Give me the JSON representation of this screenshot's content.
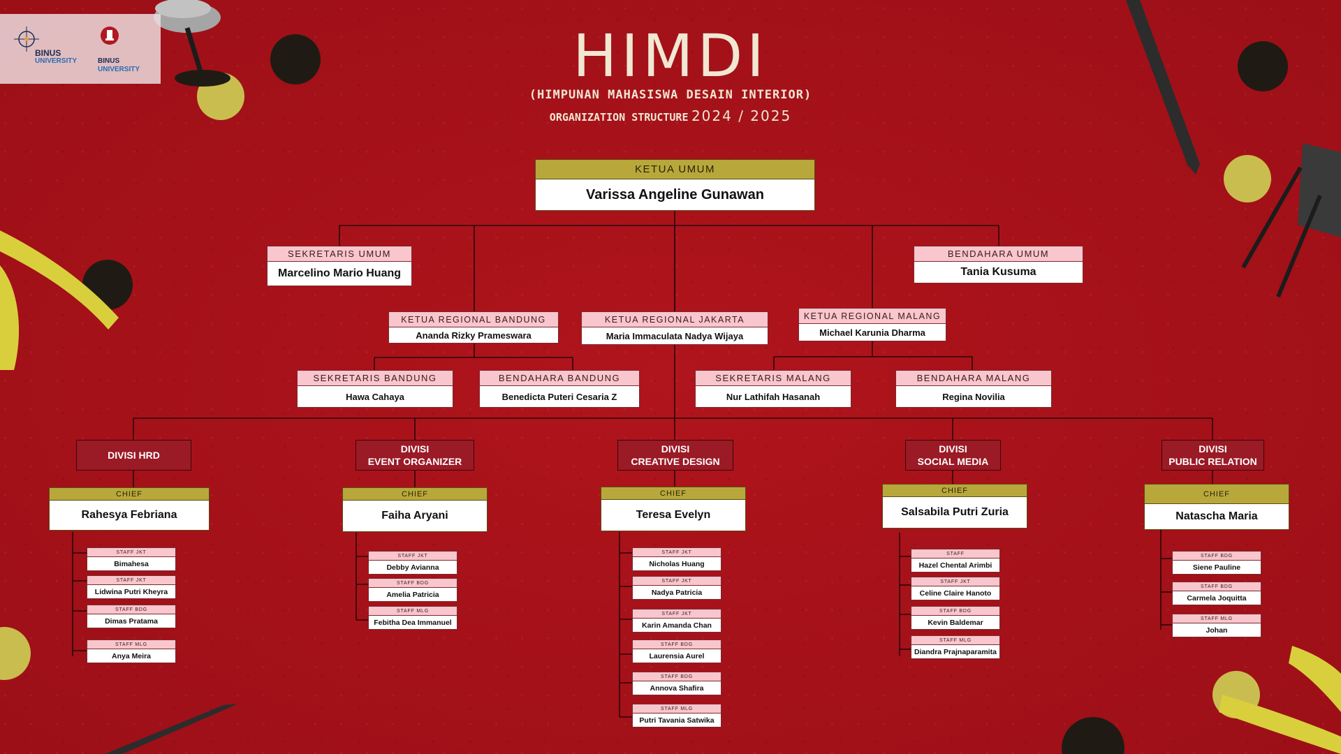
{
  "title": "HIMDI",
  "subtitle": "(HIMPUNAN MAHASISWA DESAIN INTERIOR)",
  "subtitle2_label": "ORGANIZATION STRUCTURE",
  "subtitle2_year": "2024 / 2025",
  "logos": {
    "left_line1": "BINUS",
    "left_line2": "UNIVERSITY",
    "right_line1": "BINUS",
    "right_line2": "UNIVERSITY"
  },
  "colors": {
    "background": "#a81119",
    "olive_label": "#b8a83c",
    "pink_label": "#f8c6cc",
    "division_box": "#9a1a26"
  },
  "ketua_umum": {
    "role": "KETUA UMUM",
    "name": "Varissa Angeline Gunawan"
  },
  "sekretaris_umum": {
    "role": "SEKRETARIS UMUM",
    "name": "Marcelino Mario Huang"
  },
  "bendahara_umum": {
    "role": "BENDAHARA UMUM",
    "name": "Tania Kusuma"
  },
  "regional": {
    "bandung": {
      "role": "KETUA REGIONAL BANDUNG",
      "name": "Ananda Rizky Prameswara"
    },
    "jakarta": {
      "role": "KETUA REGIONAL JAKARTA",
      "name": "Maria Immaculata Nadya Wijaya"
    },
    "malang": {
      "role": "KETUA REGIONAL MALANG",
      "name": "Michael Karunia Dharma"
    }
  },
  "regional_officers": {
    "sek_bandung": {
      "role": "SEKRETARIS BANDUNG",
      "name": "Hawa Cahaya"
    },
    "ben_bandung": {
      "role": "BENDAHARA BANDUNG",
      "name": "Benedicta Puteri Cesaria Z"
    },
    "sek_malang": {
      "role": "SEKRETARIS MALANG",
      "name": "Nur Lathifah Hasanah"
    },
    "ben_malang": {
      "role": "BENDAHARA MALANG",
      "name": "Regina Novilia"
    }
  },
  "divisions": [
    {
      "line1": "DIVISI HRD",
      "line2": "",
      "chief_label": "CHIEF",
      "chief": "Rahesya Febriana",
      "staff": [
        {
          "label": "STAFF JKT",
          "name": "Bimahesa"
        },
        {
          "label": "STAFF JKT",
          "name": "Lidwina Putri Kheyra"
        },
        {
          "label": "STAFF BDG",
          "name": "Dimas Pratama"
        },
        {
          "label": "STAFF MLG",
          "name": "Anya Meira"
        }
      ]
    },
    {
      "line1": "DIVISI",
      "line2": "EVENT ORGANIZER",
      "chief_label": "CHIEF",
      "chief": "Faiha Aryani",
      "staff": [
        {
          "label": "STAFF JKT",
          "name": "Debby Avianna"
        },
        {
          "label": "STAFF BDG",
          "name": "Amelia Patricia"
        },
        {
          "label": "STAFF MLG",
          "name": "Febitha Dea Immanuel"
        }
      ]
    },
    {
      "line1": "DIVISI",
      "line2": "CREATIVE DESIGN",
      "chief_label": "CHIEF",
      "chief": "Teresa Evelyn",
      "staff": [
        {
          "label": "STAFF JKT",
          "name": "Nicholas Huang"
        },
        {
          "label": "STAFF JKT",
          "name": "Nadya Patricia"
        },
        {
          "label": "STAFF JKT",
          "name": "Karin Amanda Chan"
        },
        {
          "label": "STAFF BDG",
          "name": "Laurensia Aurel"
        },
        {
          "label": "STAFF BDG",
          "name": "Annova Shafira"
        },
        {
          "label": "STAFF MLG",
          "name": "Putri Tavania Satwika"
        }
      ]
    },
    {
      "line1": "DIVISI",
      "line2": "SOCIAL MEDIA",
      "chief_label": "CHIEF",
      "chief": "Salsabila Putri Zuria",
      "staff": [
        {
          "label": "STAFF",
          "name": "Hazel Chental Arimbi"
        },
        {
          "label": "STAFF JKT",
          "name": "Celine Claire Hanoto"
        },
        {
          "label": "STAFF BDG",
          "name": "Kevin Baldemar"
        },
        {
          "label": "STAFF MLG",
          "name": "Diandra Prajnaparamita"
        }
      ]
    },
    {
      "line1": "DIVISI",
      "line2": "PUBLIC RELATION",
      "chief_label": "CHIEF",
      "chief": "Natascha Maria",
      "staff": [
        {
          "label": "STAFF BDG",
          "name": "Siene Pauline"
        },
        {
          "label": "STAFF BDG",
          "name": "Carmela Joquitta"
        },
        {
          "label": "STAFF MLG",
          "name": "Johan"
        }
      ]
    }
  ]
}
